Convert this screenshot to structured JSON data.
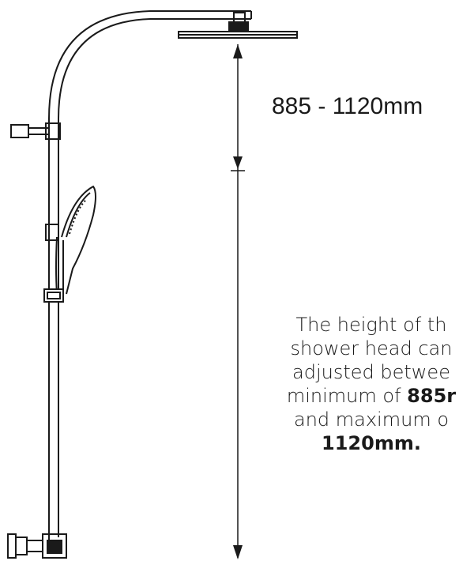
{
  "dimension_label": "885 - 1120mm",
  "description": {
    "line1": "The height of th",
    "line2": "shower head can",
    "line3": "adjusted betwee",
    "line4_prefix": "minimum of ",
    "line4_bold": "885r",
    "line5": "and maximum o",
    "line6_bold": "1120mm."
  },
  "colors": {
    "stroke": "#1a1a1a",
    "background": "#ffffff"
  }
}
